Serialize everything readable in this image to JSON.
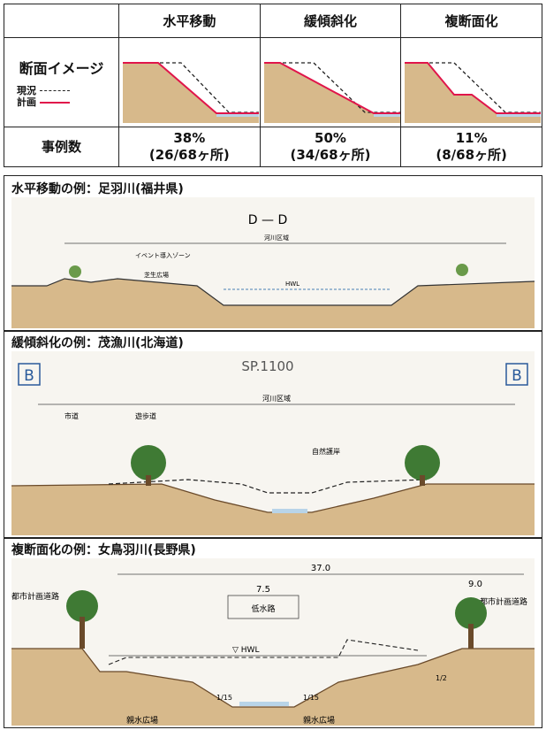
{
  "table": {
    "columns": [
      "水平移動",
      "緩傾斜化",
      "複断面化"
    ],
    "image_row_label": "断面イメージ",
    "legend": {
      "current": "現況",
      "plan": "計画"
    },
    "count_row_label": "事例数",
    "counts": [
      {
        "pct": "38%",
        "detail": "(26/68ヶ所)"
      },
      {
        "pct": "50%",
        "detail": "(34/68ヶ所)"
      },
      {
        "pct": "11%",
        "detail": "(8/68ヶ所)"
      }
    ]
  },
  "examples": [
    {
      "title": "水平移動の例：足羽川(福井県)",
      "section_label": "D — D",
      "labels": {
        "river_area": "河川区域",
        "event": "イベント導入ゾーン",
        "plaza": "芝生広場",
        "hwl": "HWL"
      }
    },
    {
      "title": "緩傾斜化の例：茂漁川(北海道)",
      "section_label": "SP.1100",
      "corner_marks": [
        "B",
        "B"
      ],
      "labels": {
        "river_area": "河川区域",
        "city_road": "市道",
        "walkway": "遊歩道",
        "natural": "自然護岸"
      }
    },
    {
      "title": "複断面化の例：女鳥羽川(長野県)",
      "dims": {
        "total": "37.0",
        "channel": "7.5",
        "side": "9.0"
      },
      "labels": {
        "low_channel": "低水路",
        "city_road_left": "都市計画道路",
        "city_road_right": "都市計画道路",
        "hwl": "▽ HWL",
        "water_plaza_left": "親水広場",
        "water_plaza_right": "親水広場",
        "slope_left": "1/15",
        "slope_right": "1/15",
        "slope_small": "1/2"
      }
    }
  ],
  "colors": {
    "soil": "#d7b98b",
    "plan_line": "#e0154a",
    "water": "#b8d4e8",
    "tree": "#3f7a34"
  }
}
